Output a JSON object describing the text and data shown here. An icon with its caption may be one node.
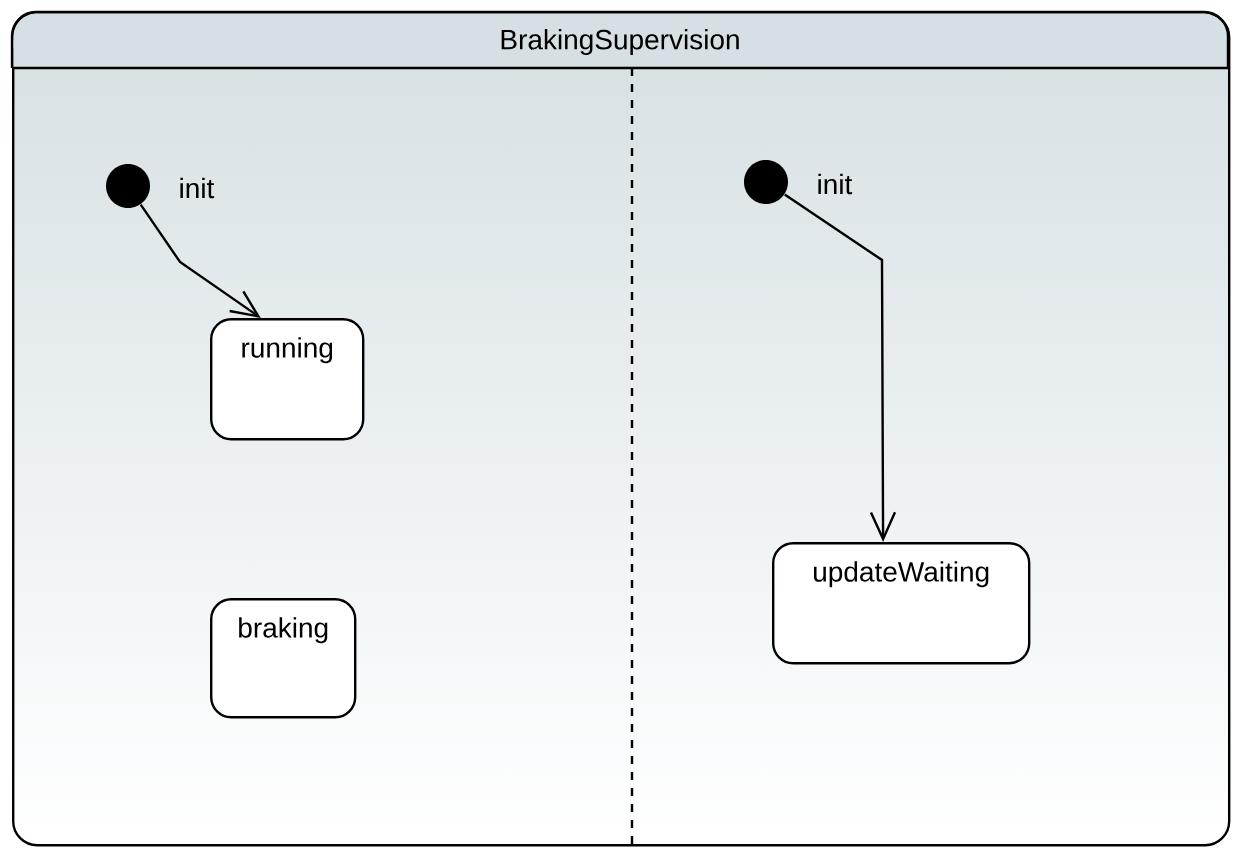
{
  "diagram": {
    "nodes": [
      {
        "text": [
          "BrakingSupervision"
        ]
      },
      {
        "text": [],
        "shape": "circle",
        "beside": [
          "init"
        ],
        "in": 0
      },
      {
        "text": [
          "running"
        ],
        "in": 0
      },
      {
        "text": [
          "braking"
        ],
        "in": 0
      },
      {
        "text": [],
        "shape": "circle",
        "beside": [
          "init"
        ],
        "in": 0
      },
      {
        "text": [
          "updateWaiting"
        ],
        "in": 0
      }
    ],
    "edges": [
      {
        "from": 1,
        "to": 2,
        "arrow": "to"
      },
      {
        "from": 4,
        "to": 5,
        "arrow": "to"
      }
    ]
  }
}
